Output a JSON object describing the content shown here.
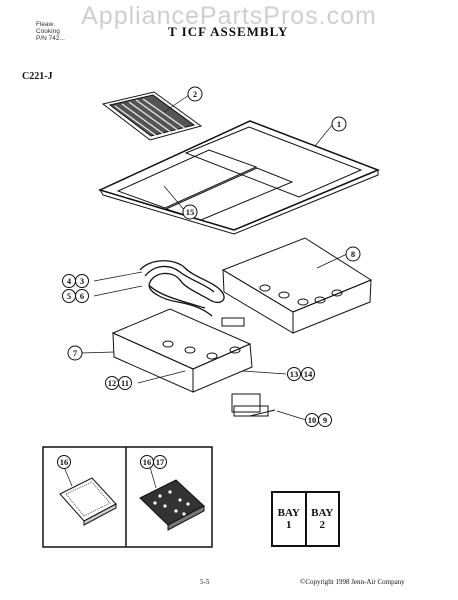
{
  "header": {
    "lines": [
      "Fleaw",
      "Cooking",
      "P/N 742..."
    ],
    "title": "T ICF ASSEMBLY",
    "model": "C221-J"
  },
  "watermark": "AppliancePartsPros.com",
  "callouts": {
    "c1": "1",
    "c2": "2",
    "c3": "3",
    "c4": "4",
    "c5": "5",
    "c6": "6",
    "c7": "7",
    "c8": "8",
    "c9": "9",
    "c10": "10",
    "c11": "11",
    "c12": "12",
    "c13": "13",
    "c14": "14",
    "c15": "15",
    "c16": "16",
    "c16b": "16",
    "c17": "17"
  },
  "bay": {
    "bay1_label": "BAY",
    "bay1_num": "1",
    "bay2_label": "BAY",
    "bay2_num": "2"
  },
  "footer": {
    "page": "5-5",
    "copyright": "©Copyright 1998 Jenn-Air Company"
  }
}
